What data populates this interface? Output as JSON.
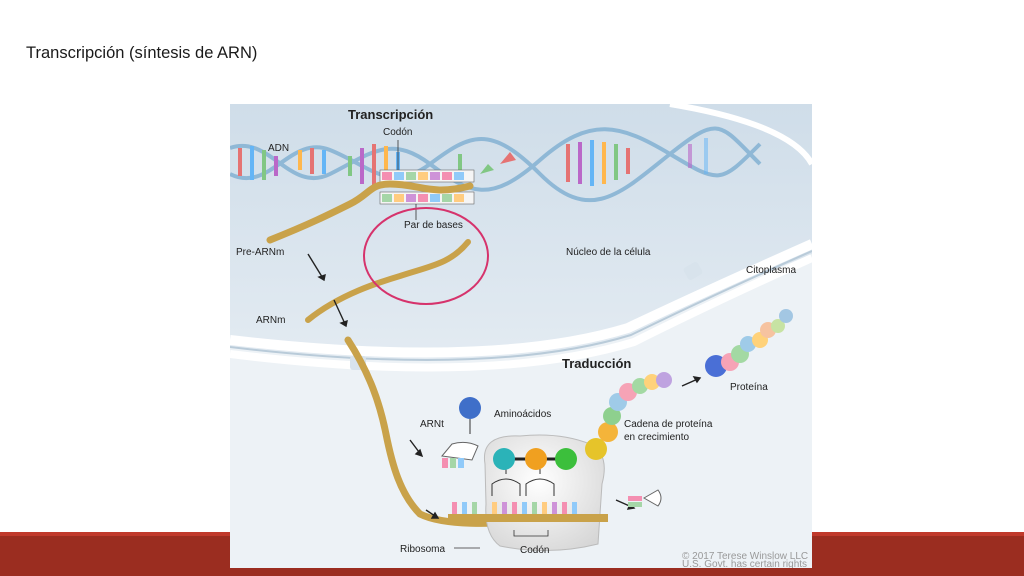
{
  "slide": {
    "title": "Transcripción (síntesis de ARN)"
  },
  "figure": {
    "heading_transcription": "Transcripción",
    "heading_translation": "Traducción",
    "labels": {
      "codon_top": "Codón",
      "dna": "ADN",
      "base_pair": "Par de bases",
      "pre_mrna": "Pre-ARNm",
      "nucleus": "Núcleo de la célula",
      "cytoplasm": "Citoplasma",
      "mrna": "ARNm",
      "amino_acids": "Aminoácidos",
      "trna": "ARNt",
      "protein_chain_1": "Cadena de proteína",
      "protein_chain_2": "en crecimiento",
      "protein": "Proteína",
      "ribosome": "Ribosoma",
      "codon_bottom": "Codón"
    },
    "credit_1": "© 2017 Terese Winslow LLC",
    "credit_2": "U.S. Govt. has certain rights",
    "colors": {
      "footer_band": "#9b2d20",
      "footer_line": "#c0392b",
      "highlight_circle": "#d6336c",
      "mrna_strand": "#c9a24a"
    }
  }
}
